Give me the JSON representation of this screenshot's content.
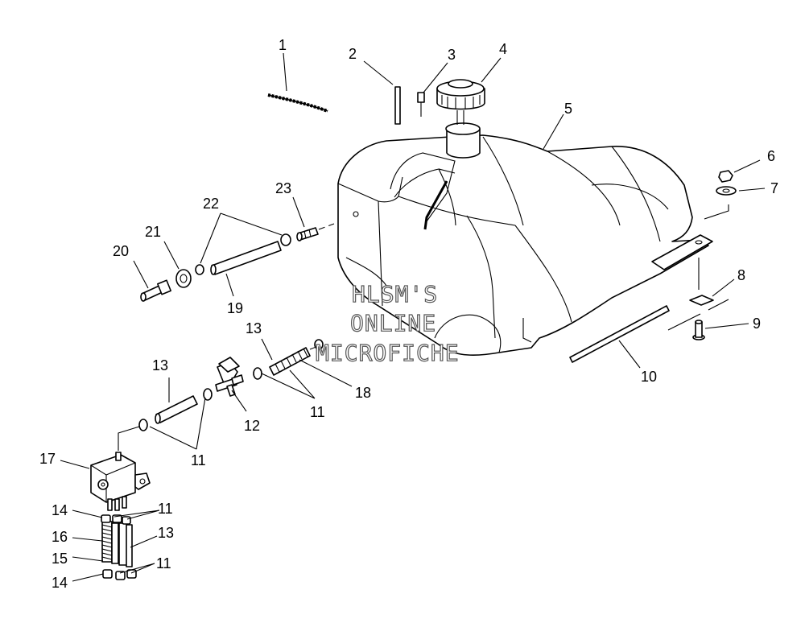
{
  "diagram": {
    "callouts": {
      "c1": "1",
      "c2": "2",
      "c3": "3",
      "c4": "4",
      "c5": "5",
      "c6": "6",
      "c7": "7",
      "c8": "8",
      "c9": "9",
      "c10": "10",
      "c11a": "11",
      "c11b": "11",
      "c11c": "11",
      "c11d": "11",
      "c12": "12",
      "c13a": "13",
      "c13b": "13",
      "c13c": "13",
      "c14a": "14",
      "c14b": "14",
      "c15": "15",
      "c16": "16",
      "c17": "17",
      "c18": "18",
      "c19": "19",
      "c20": "20",
      "c21": "21",
      "c22": "22",
      "c23": "23"
    },
    "watermark": {
      "line1": "HLSM'S",
      "line2": "ONLINE",
      "line3": "MICROFICHE"
    }
  }
}
